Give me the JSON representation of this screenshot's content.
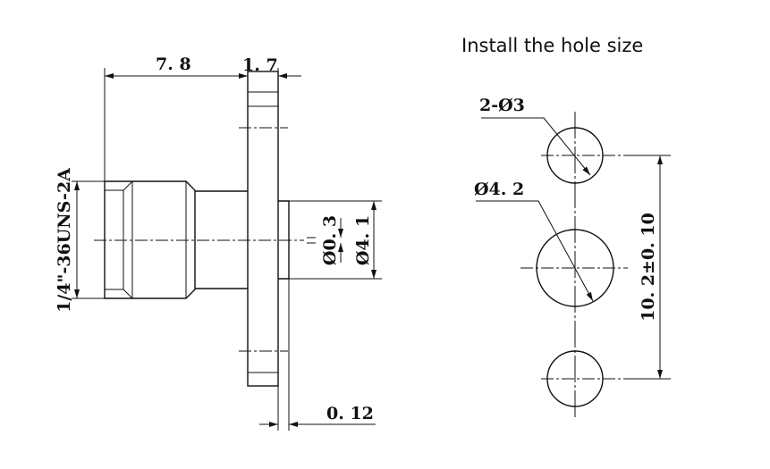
{
  "title": "Install the hole size",
  "side_view": {
    "dim_length": "7. 8",
    "dim_flange_thickness": "1. 7",
    "dim_thread": "1/4\"-36UNS-2A",
    "dim_pin": "Ø0. 3",
    "dim_dielectric": "Ø4. 1",
    "dim_offset": "0. 12"
  },
  "hole_pattern": {
    "dim_small_holes": "2-Ø3",
    "dim_center_hole": "Ø4. 2",
    "dim_spacing": "10. 2±0. 10"
  }
}
